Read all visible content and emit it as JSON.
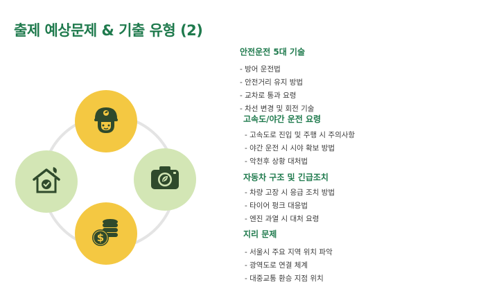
{
  "page": {
    "title": "출제 예상문제 & 기출 유형 (2)"
  },
  "diagram": {
    "nodes": [
      {
        "icon": "driver-icon",
        "color": "#f4c842"
      },
      {
        "icon": "home-check-icon",
        "color": "#d3e6b5"
      },
      {
        "icon": "camera-icon",
        "color": "#d3e6b5"
      },
      {
        "icon": "coins-dollar-icon",
        "color": "#f4c842"
      }
    ],
    "ring_color": "#e4e4e4",
    "accent": "#1f7a4d"
  },
  "sections": [
    {
      "title": "안전운전 5대 기술",
      "items": [
        "- 방어 운전법",
        "- 안전거리 유지 방법",
        "- 교차로 통과 요령",
        "- 차선 변경 및 회전 기술"
      ]
    },
    {
      "title": "고속도/야간 운전 요령",
      "items": [
        "- 고속도로 진입 및 주행 시 주의사항",
        "- 야간 운전 시 시야 확보 방법",
        "- 악천후 상황 대처법"
      ]
    },
    {
      "title": "자동차 구조 및 긴급조치",
      "items": [
        "- 차량 고장 시 응급 조치 방법",
        "- 타이어 펑크 대응법",
        "- 엔진 과열 시 대처 요령"
      ]
    },
    {
      "title": "지리 문제",
      "items": [
        "- 서울시 주요 지역 위치 파악",
        "- 광역도로 연결 체계",
        "- 대중교통 환승 지점 위치"
      ]
    }
  ]
}
